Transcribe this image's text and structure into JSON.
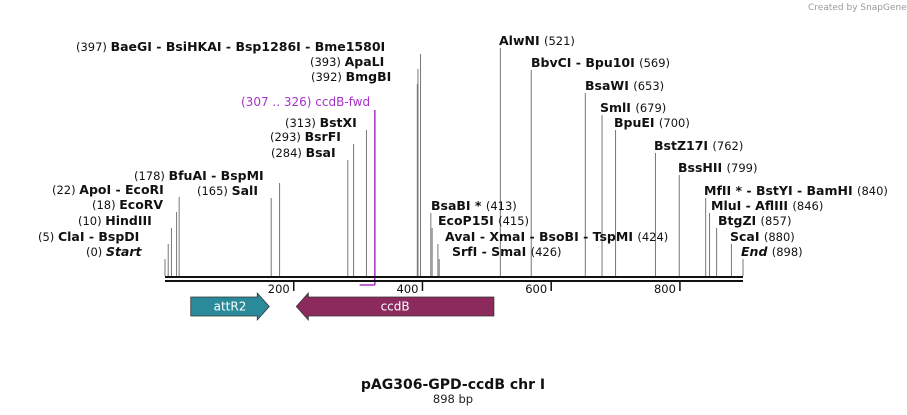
{
  "credit": "Created by SnapGene",
  "map": {
    "title": "pAG306-GPD-ccdB chr I",
    "length_label": "898 bp",
    "length": 898
  },
  "ruler": {
    "ticks": [
      "200",
      "400",
      "600",
      "800"
    ]
  },
  "sites": [
    {
      "pos": 0,
      "pos_label": "(0)",
      "names": [
        "Start"
      ],
      "italic": true
    },
    {
      "pos": 5,
      "pos_label": "(5)",
      "names": [
        "ClaI",
        "BspDI"
      ]
    },
    {
      "pos": 10,
      "pos_label": "(10)",
      "names": [
        "HindIII"
      ]
    },
    {
      "pos": 18,
      "pos_label": "(18)",
      "names": [
        "EcoRV"
      ]
    },
    {
      "pos": 22,
      "pos_label": "(22)",
      "names": [
        "ApoI",
        "EcoRI"
      ]
    },
    {
      "pos": 178,
      "pos_label": "(178)",
      "names": [
        "BfuAI",
        "BspMI"
      ]
    },
    {
      "pos": 165,
      "pos_label": "(165)",
      "names": [
        "SalI"
      ]
    },
    {
      "pos": 284,
      "pos_label": "(284)",
      "names": [
        "BsaI"
      ]
    },
    {
      "pos": 293,
      "pos_label": "(293)",
      "names": [
        "BsrFI"
      ]
    },
    {
      "pos": 313,
      "pos_label": "(313)",
      "names": [
        "BstXI"
      ]
    },
    {
      "pos": 392,
      "pos_label": "(392)",
      "names": [
        "BmgBI"
      ]
    },
    {
      "pos": 393,
      "pos_label": "(393)",
      "names": [
        "ApaLI"
      ]
    },
    {
      "pos": 397,
      "pos_label": "(397)",
      "names": [
        "BaeGI",
        "BsiHKAI",
        "Bsp1286I",
        "Bme1580I"
      ]
    },
    {
      "pos": 413,
      "pos_label": "(413)",
      "names": [
        "BsaBI *"
      ]
    },
    {
      "pos": 415,
      "pos_label": "(415)",
      "names": [
        "EcoP15I"
      ]
    },
    {
      "pos": 424,
      "pos_label": "(424)",
      "names": [
        "AvaI",
        "XmaI",
        "BsoBI",
        "TspMI"
      ]
    },
    {
      "pos": 426,
      "pos_label": "(426)",
      "names": [
        "SrfI",
        "SmaI"
      ]
    },
    {
      "pos": 521,
      "pos_label": "(521)",
      "names": [
        "AlwNI"
      ]
    },
    {
      "pos": 569,
      "pos_label": "(569)",
      "names": [
        "BbvCI",
        "Bpu10I"
      ]
    },
    {
      "pos": 653,
      "pos_label": "(653)",
      "names": [
        "BsaWI"
      ]
    },
    {
      "pos": 679,
      "pos_label": "(679)",
      "names": [
        "SmlI"
      ]
    },
    {
      "pos": 700,
      "pos_label": "(700)",
      "names": [
        "BpuEI"
      ]
    },
    {
      "pos": 762,
      "pos_label": "(762)",
      "names": [
        "BstZ17I"
      ]
    },
    {
      "pos": 799,
      "pos_label": "(799)",
      "names": [
        "BssHII"
      ]
    },
    {
      "pos": 840,
      "pos_label": "(840)",
      "names": [
        "MfII *",
        "BstYI",
        "BamHI"
      ]
    },
    {
      "pos": 846,
      "pos_label": "(846)",
      "names": [
        "MluI",
        "AflIII"
      ]
    },
    {
      "pos": 857,
      "pos_label": "(857)",
      "names": [
        "BtgZI"
      ]
    },
    {
      "pos": 880,
      "pos_label": "(880)",
      "names": [
        "ScaI"
      ]
    },
    {
      "pos": 898,
      "pos_label": "(898)",
      "names": [
        "End"
      ],
      "italic": true
    }
  ],
  "primer": {
    "range_label": "(307 .. 326)",
    "name": "ccdB-fwd",
    "start": 307,
    "end": 326,
    "color": "#a832c9"
  },
  "features": [
    {
      "name": "attR2",
      "start": 40,
      "end": 162,
      "direction": "forward",
      "color": "#2a8a9a"
    },
    {
      "name": "ccdB",
      "start": 204,
      "end": 511,
      "direction": "reverse",
      "color": "#8c2a5e"
    }
  ]
}
